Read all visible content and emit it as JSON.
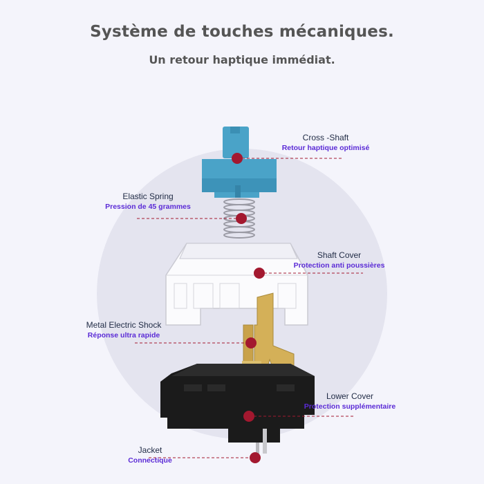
{
  "header": {
    "title": "Système de touches mécaniques.",
    "subtitle": "Un retour haptique immédiat."
  },
  "colors": {
    "background": "#f4f4fb",
    "circle": "#e4e4ef",
    "stem": "#4aa3c8",
    "marker": "#a3182f",
    "name_text": "#1f2a44",
    "desc_text": "#5b2bd6",
    "housing": "#1b1b1b",
    "contact": "#d4b058"
  },
  "labels": {
    "cross_shaft": {
      "name": "Cross -Shaft",
      "desc": "Retour haptique optimisé"
    },
    "elastic_spring": {
      "name": "Elastic Spring",
      "desc": "Pression de 45 grammes"
    },
    "shaft_cover": {
      "name": "Shaft Cover",
      "desc": "Protection anti poussières"
    },
    "metal_shock": {
      "name": "Metal Electric Shock",
      "desc": "Réponse ultra rapide"
    },
    "lower_cover": {
      "name": "Lower Cover",
      "desc": "Protection supplémentaire"
    },
    "jacket": {
      "name": "Jacket",
      "desc": "Connectique"
    }
  }
}
